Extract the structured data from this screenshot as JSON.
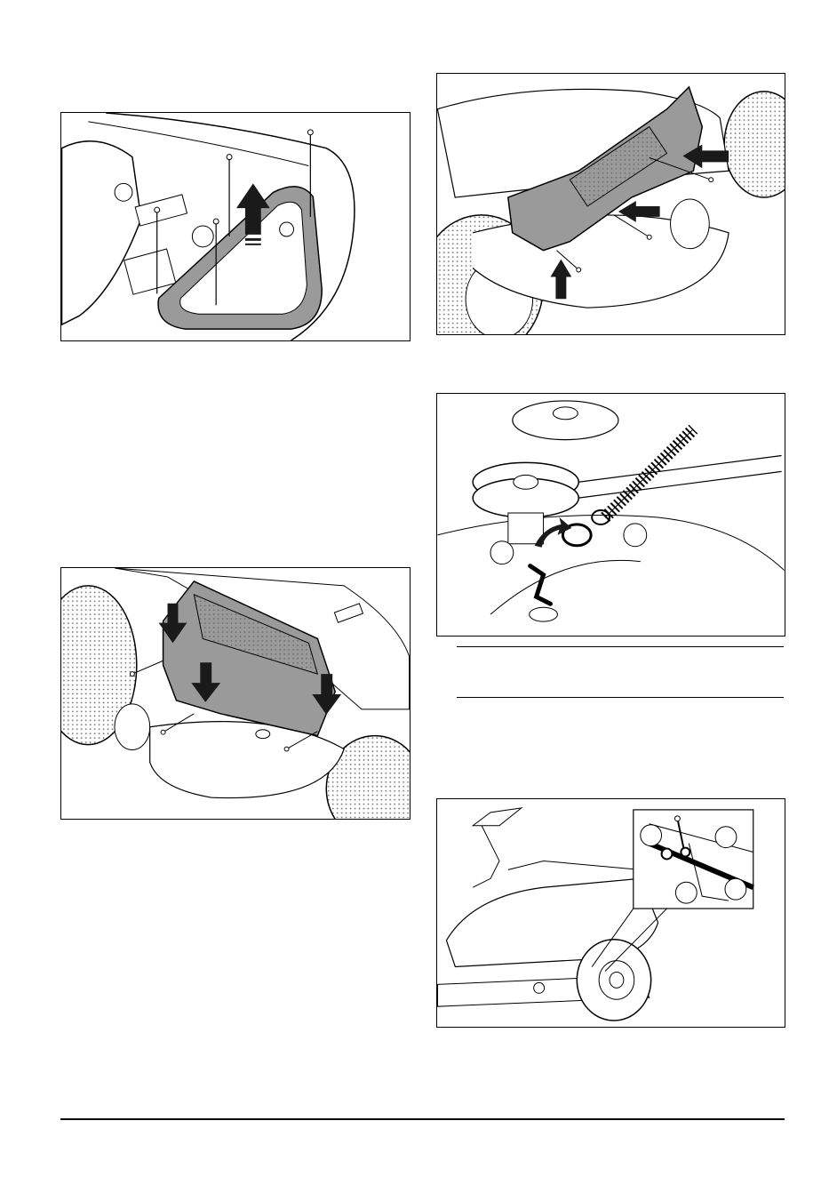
{
  "page": {
    "figures": [
      {
        "id": "fig-top-cover",
        "subject": "top-cover-removal"
      },
      {
        "id": "fig-rear-cover",
        "subject": "rear-cover-removal"
      },
      {
        "id": "fig-cover-install",
        "subject": "cover-installation"
      },
      {
        "id": "fig-belt-spring",
        "subject": "tension-spring-removal"
      },
      {
        "id": "fig-deck-pin",
        "subject": "cutting-deck-pin"
      }
    ]
  },
  "colors": {
    "line": "#000000",
    "cover_fill": "#9a9a9a",
    "arrow_fill": "#1a1a1a",
    "tire_hatch": "#6a6a6a"
  },
  "icons": [
    "arrow-up-icon",
    "arrow-down-icon",
    "arrow-left-icon",
    "curved-arrow-icon",
    "screw-icon"
  ]
}
